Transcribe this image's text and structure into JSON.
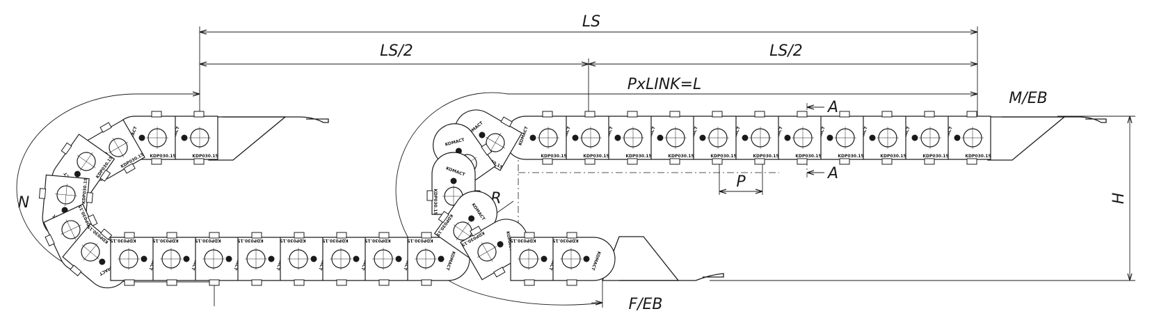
{
  "dimensions": {
    "ls": "LS",
    "ls_half_left": "LS/2",
    "ls_half_right": "LS/2",
    "pxlink": "PxLINK=L",
    "m_eb": "M/EB",
    "f_eb": "F/EB",
    "section_top": "A",
    "section_bottom": "A",
    "pitch": "P",
    "height": "H",
    "bend_outer": "N",
    "radius": "R"
  },
  "link_marking": {
    "brand": "KOMACT",
    "part": "KDP030.15"
  },
  "colors": {
    "line": "#1a1a1a",
    "background": "#ffffff"
  }
}
